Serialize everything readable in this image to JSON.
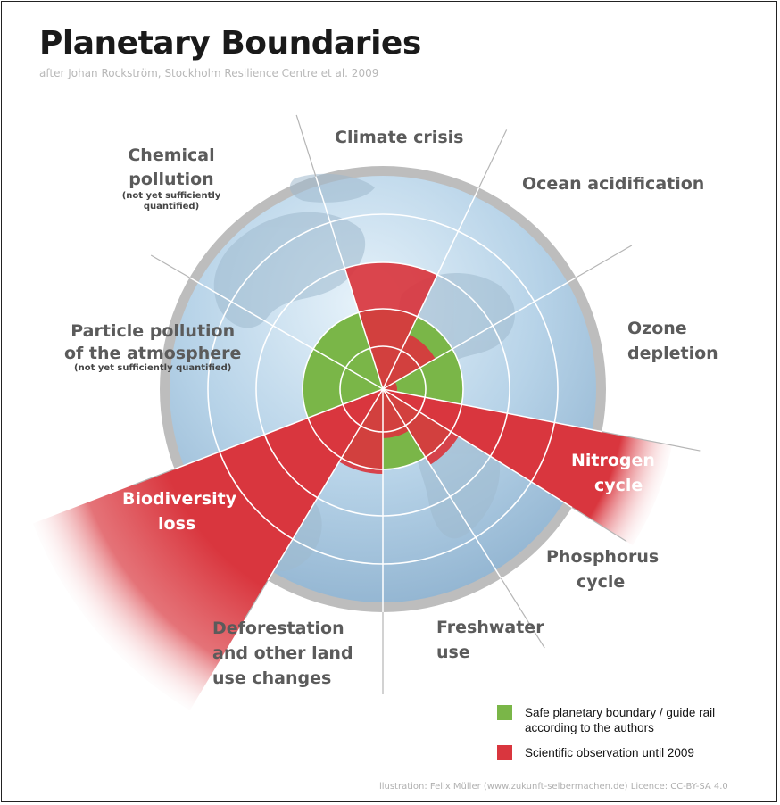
{
  "title": "Planetary Boundaries",
  "subtitle": "after Johan Rockström, Stockholm Resilience Centre et al. 2009",
  "colors": {
    "safe": "#7ab648",
    "observed": "#d9363e",
    "globe": "#a9c8e0",
    "spokes": "#ffffff"
  },
  "sectors": [
    {
      "id": "climate",
      "label": "Climate crisis"
    },
    {
      "id": "ocean",
      "label": "Ocean acidification"
    },
    {
      "id": "ozone",
      "label": "Ozone depletion"
    },
    {
      "id": "nitrogen",
      "label": "Nitrogen cycle"
    },
    {
      "id": "phosphorus",
      "label": "Phosphorus cycle"
    },
    {
      "id": "freshwater",
      "label": "Freshwater use"
    },
    {
      "id": "landuse",
      "label": "Deforestation and other land use changes"
    },
    {
      "id": "biodiversity",
      "label": "Biodiversity loss"
    },
    {
      "id": "particle",
      "label": "Particle pollution of the atmosphere",
      "note": "(not yet sufficiently quantified)"
    },
    {
      "id": "chemical",
      "label": "Chemical pollution",
      "note": "(not yet sufficiently quantified)"
    }
  ],
  "labels": {
    "climate": "Climate crisis",
    "ocean": "Ocean acidification",
    "ozone_1": "Ozone",
    "ozone_2": "depletion",
    "nitrogen_1": "Nitrogen",
    "nitrogen_2": "cycle",
    "phosphorus_1": "Phosphorus",
    "phosphorus_2": "cycle",
    "freshwater_1": "Freshwater",
    "freshwater_2": "use",
    "landuse_1": "Deforestation",
    "landuse_2": "and other land",
    "landuse_3": "use changes",
    "biodiversity_1": "Biodiversity",
    "biodiversity_2": "loss",
    "particle_1": "Particle pollution",
    "particle_2": "of the atmosphere",
    "particle_note": "(not yet sufficiently quantified)",
    "chemical_1": "Chemical",
    "chemical_2": "pollution",
    "chemical_note": "(not yet sufficiently quantified)"
  },
  "legend": {
    "safe": "Safe planetary boundary / guide rail according to the authors",
    "observed": "Scientific observation until 2009"
  },
  "credit": "Illustration: Felix Müller (www.zukunft-selbermachen.de)   Licence: CC-BY-SA 4.0"
}
